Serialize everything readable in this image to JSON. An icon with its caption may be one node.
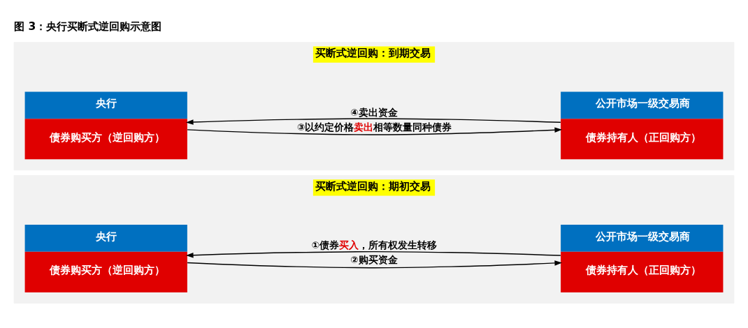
{
  "diagram": {
    "title": "图 3：央行买断式逆回购示意图",
    "nodes": [
      {
        "text": [
          "买断式逆回购：期初交易"
        ]
      },
      {
        "text": [
          "央行",
          "债券购买方（逆回购方）"
        ],
        "in": 0
      },
      {
        "text": [
          "公开市场一级交易商",
          "债券持有人（正回购方）"
        ],
        "in": 0
      },
      {
        "text": [
          "买断式逆回购：到期交易"
        ]
      },
      {
        "text": [
          "央行",
          "债券购买方（逆回购方）"
        ],
        "in": 3
      },
      {
        "text": [
          "公开市场一级交易商",
          "债券持有人（正回购方）"
        ],
        "in": 3
      }
    ],
    "edges": [
      {
        "from": 2,
        "to": 1,
        "arrow": "to",
        "label": "①债券**买入**，所有权发生转移"
      },
      {
        "from": 1,
        "to": 2,
        "arrow": "to",
        "label": "②购买资金"
      },
      {
        "from": 4,
        "to": 5,
        "arrow": "to",
        "label": "③以约定价格**卖出**相等数量同种债券"
      },
      {
        "from": 5,
        "to": 4,
        "arrow": "to",
        "label": "④卖出资金"
      }
    ]
  }
}
